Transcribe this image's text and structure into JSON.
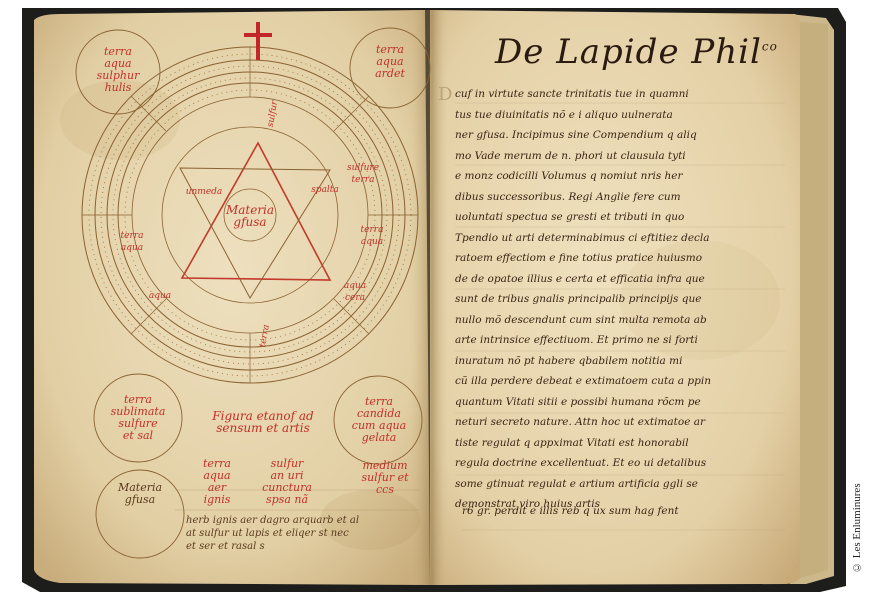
{
  "credit": "© Les Enluminures",
  "right_page": {
    "title": "De Lapide Phil",
    "title_sup": "co",
    "lines": [
      "cuf in virtute sancte trinitatis tue in quamni",
      "tus tue diuinitatis nõ e i aliquo uulnerata",
      "ner gfusa. Incipimus sine Compendium q aliq",
      "mo Vade merum de n. phori ut clausula tyti",
      "e monz codicilli Volumus q nomiut nris her",
      "dibus successoribus. Regi Anglie fere cum",
      "uoluntati spectua se gresti et tributi in quo",
      "Tpendio ut arti determinabimus ci eftitiez decla",
      "ratoem effectiom e fine totius pratice huiusmo",
      "de de opatoe illius e certa et efficatia infra que",
      "sunt de tribus gnalis principalib principijs que",
      "nullo mõ descendunt cum sint multa remota ab",
      "arte intrinsice effectiuom. Et primo ne si forti",
      "inuratum nõ pt habere qbabilem notitia mi",
      "cũ illa perdere debeat e extimatoem cuta a ppin",
      "quantum Vitati sitii e possibi humana rõcm pe",
      "neturi secreto nature. Attn hoc ut extimatoe ar",
      "tiste regulat q appximat Vitati est honorabil",
      "regula doctrine excellentuat. Et eo ui detalibus",
      "some gtinuat regulat e artium artificia ggli se",
      "demonstrat viro huius artis"
    ],
    "footer": "r6 gr. perdit e illis reb q ux sum hag fent"
  },
  "left_page": {
    "center": [
      "Materia",
      "gfusa"
    ],
    "corner_top_left": [
      "terra",
      "aqua",
      "sulphur",
      "hulis"
    ],
    "corner_top_right": [
      "terra",
      "aqua",
      "ardet"
    ],
    "corner_bottom_left": [
      "terra",
      "sublimata",
      "sulfure",
      "et sal"
    ],
    "corner_bottom_right": [
      "terra",
      "candida",
      "cum aqua",
      "gelata"
    ],
    "circle_bottom_left": [
      "Materia",
      "gfusa"
    ],
    "star_labels": [
      "sulfur",
      "sulfure terra",
      "spalta",
      "terra aqua",
      "aqua cera",
      "terra",
      "aqua",
      "terra aqua",
      "unmeda"
    ],
    "red_note": [
      "Figura etanof ad",
      "sensum et artis"
    ],
    "red_lower_lines": [
      "terra",
      "aqua",
      "aer",
      "ignis"
    ],
    "red_lower_mid": [
      "sulfur",
      "an uri",
      "cunctura",
      "spsa nã"
    ],
    "red_lower_right": [
      "medium",
      "sulfur et",
      "ccs"
    ],
    "brown_lines": [
      "herb ignis aer dagro arquarb et al",
      "at sulfur ut lapis et eliqer st nec",
      "et ser et rasal s"
    ]
  }
}
